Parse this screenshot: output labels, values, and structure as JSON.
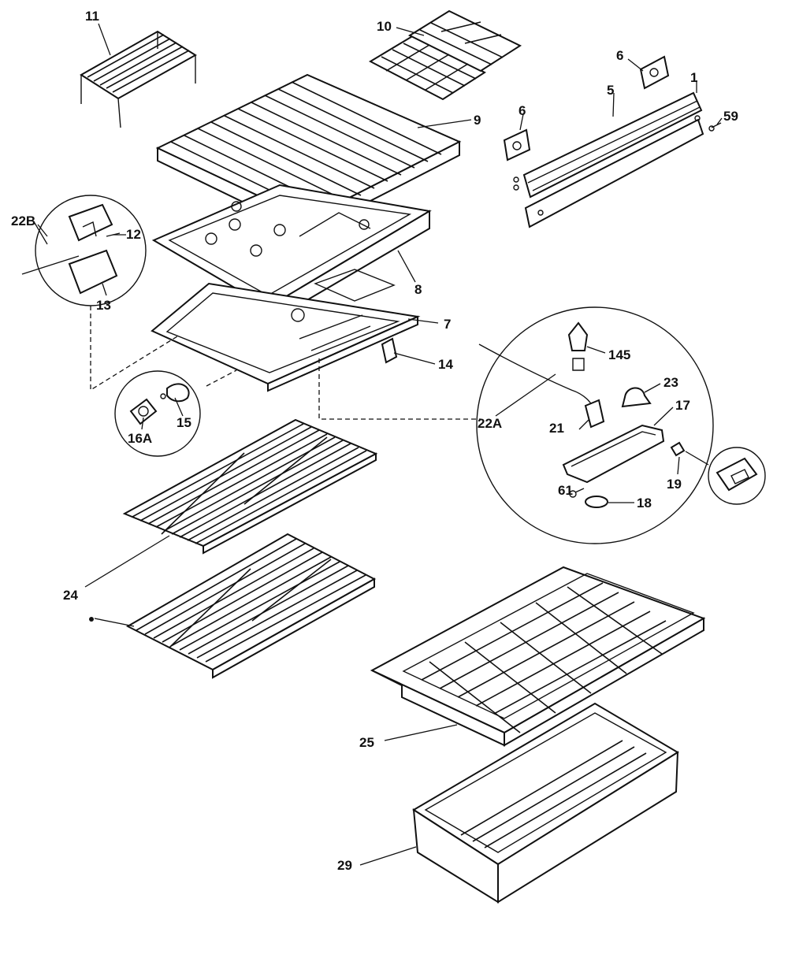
{
  "labels": {
    "p1": "1",
    "p5": "5",
    "p6a": "6",
    "p6b": "6",
    "p7": "7",
    "p8": "8",
    "p9": "9",
    "p10": "10",
    "p11": "11",
    "p12": "12",
    "p13": "13",
    "p14": "14",
    "p15": "15",
    "p16a": "16A",
    "p17": "17",
    "p18": "18",
    "p19": "19",
    "p21": "21",
    "p22a": "22A",
    "p22b": "22B",
    "p23": "23",
    "p24": "24",
    "p25": "25",
    "p29": "29",
    "p59": "59",
    "p61": "61",
    "p145": "145"
  }
}
